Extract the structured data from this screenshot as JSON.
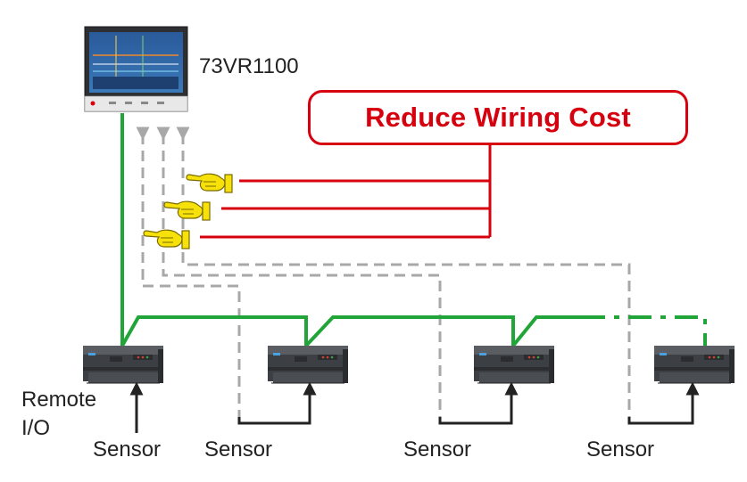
{
  "diagram": {
    "recorder_model": "73VR1100",
    "callout": "Reduce Wiring Cost",
    "device_label_line1": "Remote",
    "device_label_line2": "I/O",
    "sensor_labels": [
      "Sensor",
      "Sensor",
      "Sensor",
      "Sensor"
    ],
    "colors": {
      "network": "#22a538",
      "wiring": "#d7000f",
      "legacy_wiring": "#a8a8a8",
      "text": "#222222",
      "hand": "#f6e10a"
    }
  }
}
